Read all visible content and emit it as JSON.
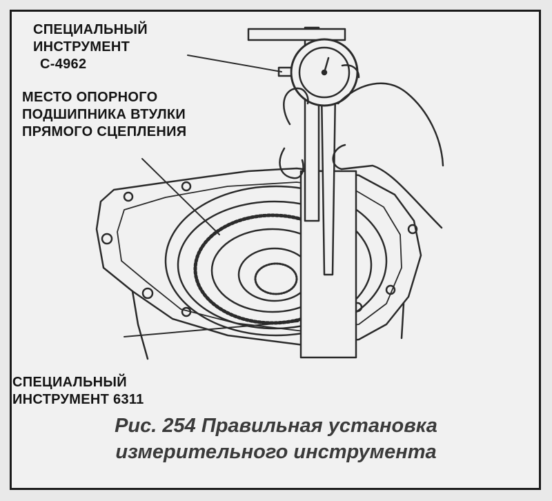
{
  "labels": {
    "tool_c4962": [
      "СПЕЦИАЛЬНЫЙ",
      "ИНСТРУМЕНТ",
      "С-4962"
    ],
    "bearing_location": [
      "МЕСТО ОПОРНОГО",
      "ПОДШИПНИКА ВТУЛКИ",
      "ПРЯМОГО СЦЕПЛЕНИЯ"
    ],
    "tool_6311": [
      "СПЕЦИАЛЬНЫЙ",
      "ИНСТРУМЕНТ 6311"
    ]
  },
  "caption": [
    "Рис. 254 Правильная установка",
    "измерительного инструмента"
  ]
}
